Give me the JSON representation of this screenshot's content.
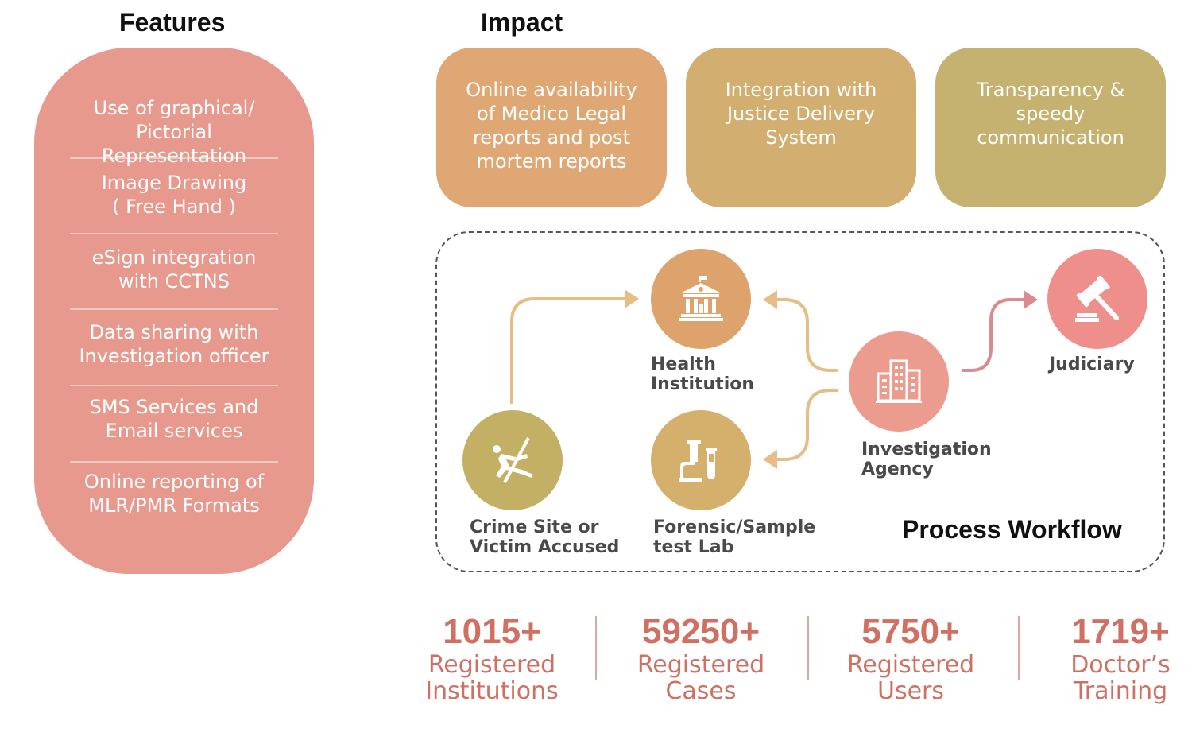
{
  "headings": {
    "features": "Features",
    "impact": "Impact"
  },
  "features": [
    {
      "line1": "Use of graphical/",
      "line2": "Pictorial Representation"
    },
    {
      "line1": "Image Drawing",
      "line2": "( Free Hand )"
    },
    {
      "line1": "eSign integration",
      "line2": "with CCTNS"
    },
    {
      "line1": "Data sharing with",
      "line2": "Investigation officer"
    },
    {
      "line1": "SMS Services and",
      "line2": "Email services"
    },
    {
      "line1": "Online reporting of",
      "line2": "MLR/PMR Formats"
    }
  ],
  "impact": [
    {
      "lines": [
        "Online availability",
        "of Medico Legal",
        "reports and post",
        "mortem reports"
      ],
      "color": "#dfa774"
    },
    {
      "lines": [
        "Integration with",
        "Justice Delivery",
        "System"
      ],
      "color": "#d2ae70"
    },
    {
      "lines": [
        "Transparency &",
        "speedy",
        "communication"
      ],
      "color": "#c5b170"
    }
  ],
  "workflow": {
    "title": "Process Workflow",
    "nodes": {
      "crime_site": {
        "line1": "Crime Site or",
        "line2": "Victim Accused",
        "color": "#c4b064",
        "icon": "running-person-icon"
      },
      "health": {
        "line1": "Health",
        "line2": "Institution",
        "color": "#dea36d",
        "icon": "hospital-building-icon"
      },
      "forensic": {
        "line1": "Forensic/Sample",
        "line2": "test Lab",
        "color": "#d4b06c",
        "icon": "microscope-icon"
      },
      "investigation": {
        "line1": "Investigation",
        "line2": "Agency",
        "color": "#eb9c8e",
        "icon": "office-building-icon"
      },
      "judiciary": {
        "line1": "Judiciary",
        "color": "#ef8f8b",
        "icon": "gavel-icon"
      }
    },
    "colors": {
      "arrow_primary": "#e6bd87",
      "arrow_judiciary": "#d98b90",
      "border": "#555555"
    }
  },
  "stats": [
    {
      "value": "1015+",
      "line1": "Registered",
      "line2": "Institutions"
    },
    {
      "value": "59250+",
      "line1": "Registered",
      "line2": "Cases"
    },
    {
      "value": "5750+",
      "line1": "Registered",
      "line2": "Users"
    },
    {
      "value": "1719+",
      "line1": "Doctor’s",
      "line2": "Training"
    }
  ],
  "colors": {
    "features_bg": "#e8998d",
    "stat_text": "#cf7062"
  }
}
